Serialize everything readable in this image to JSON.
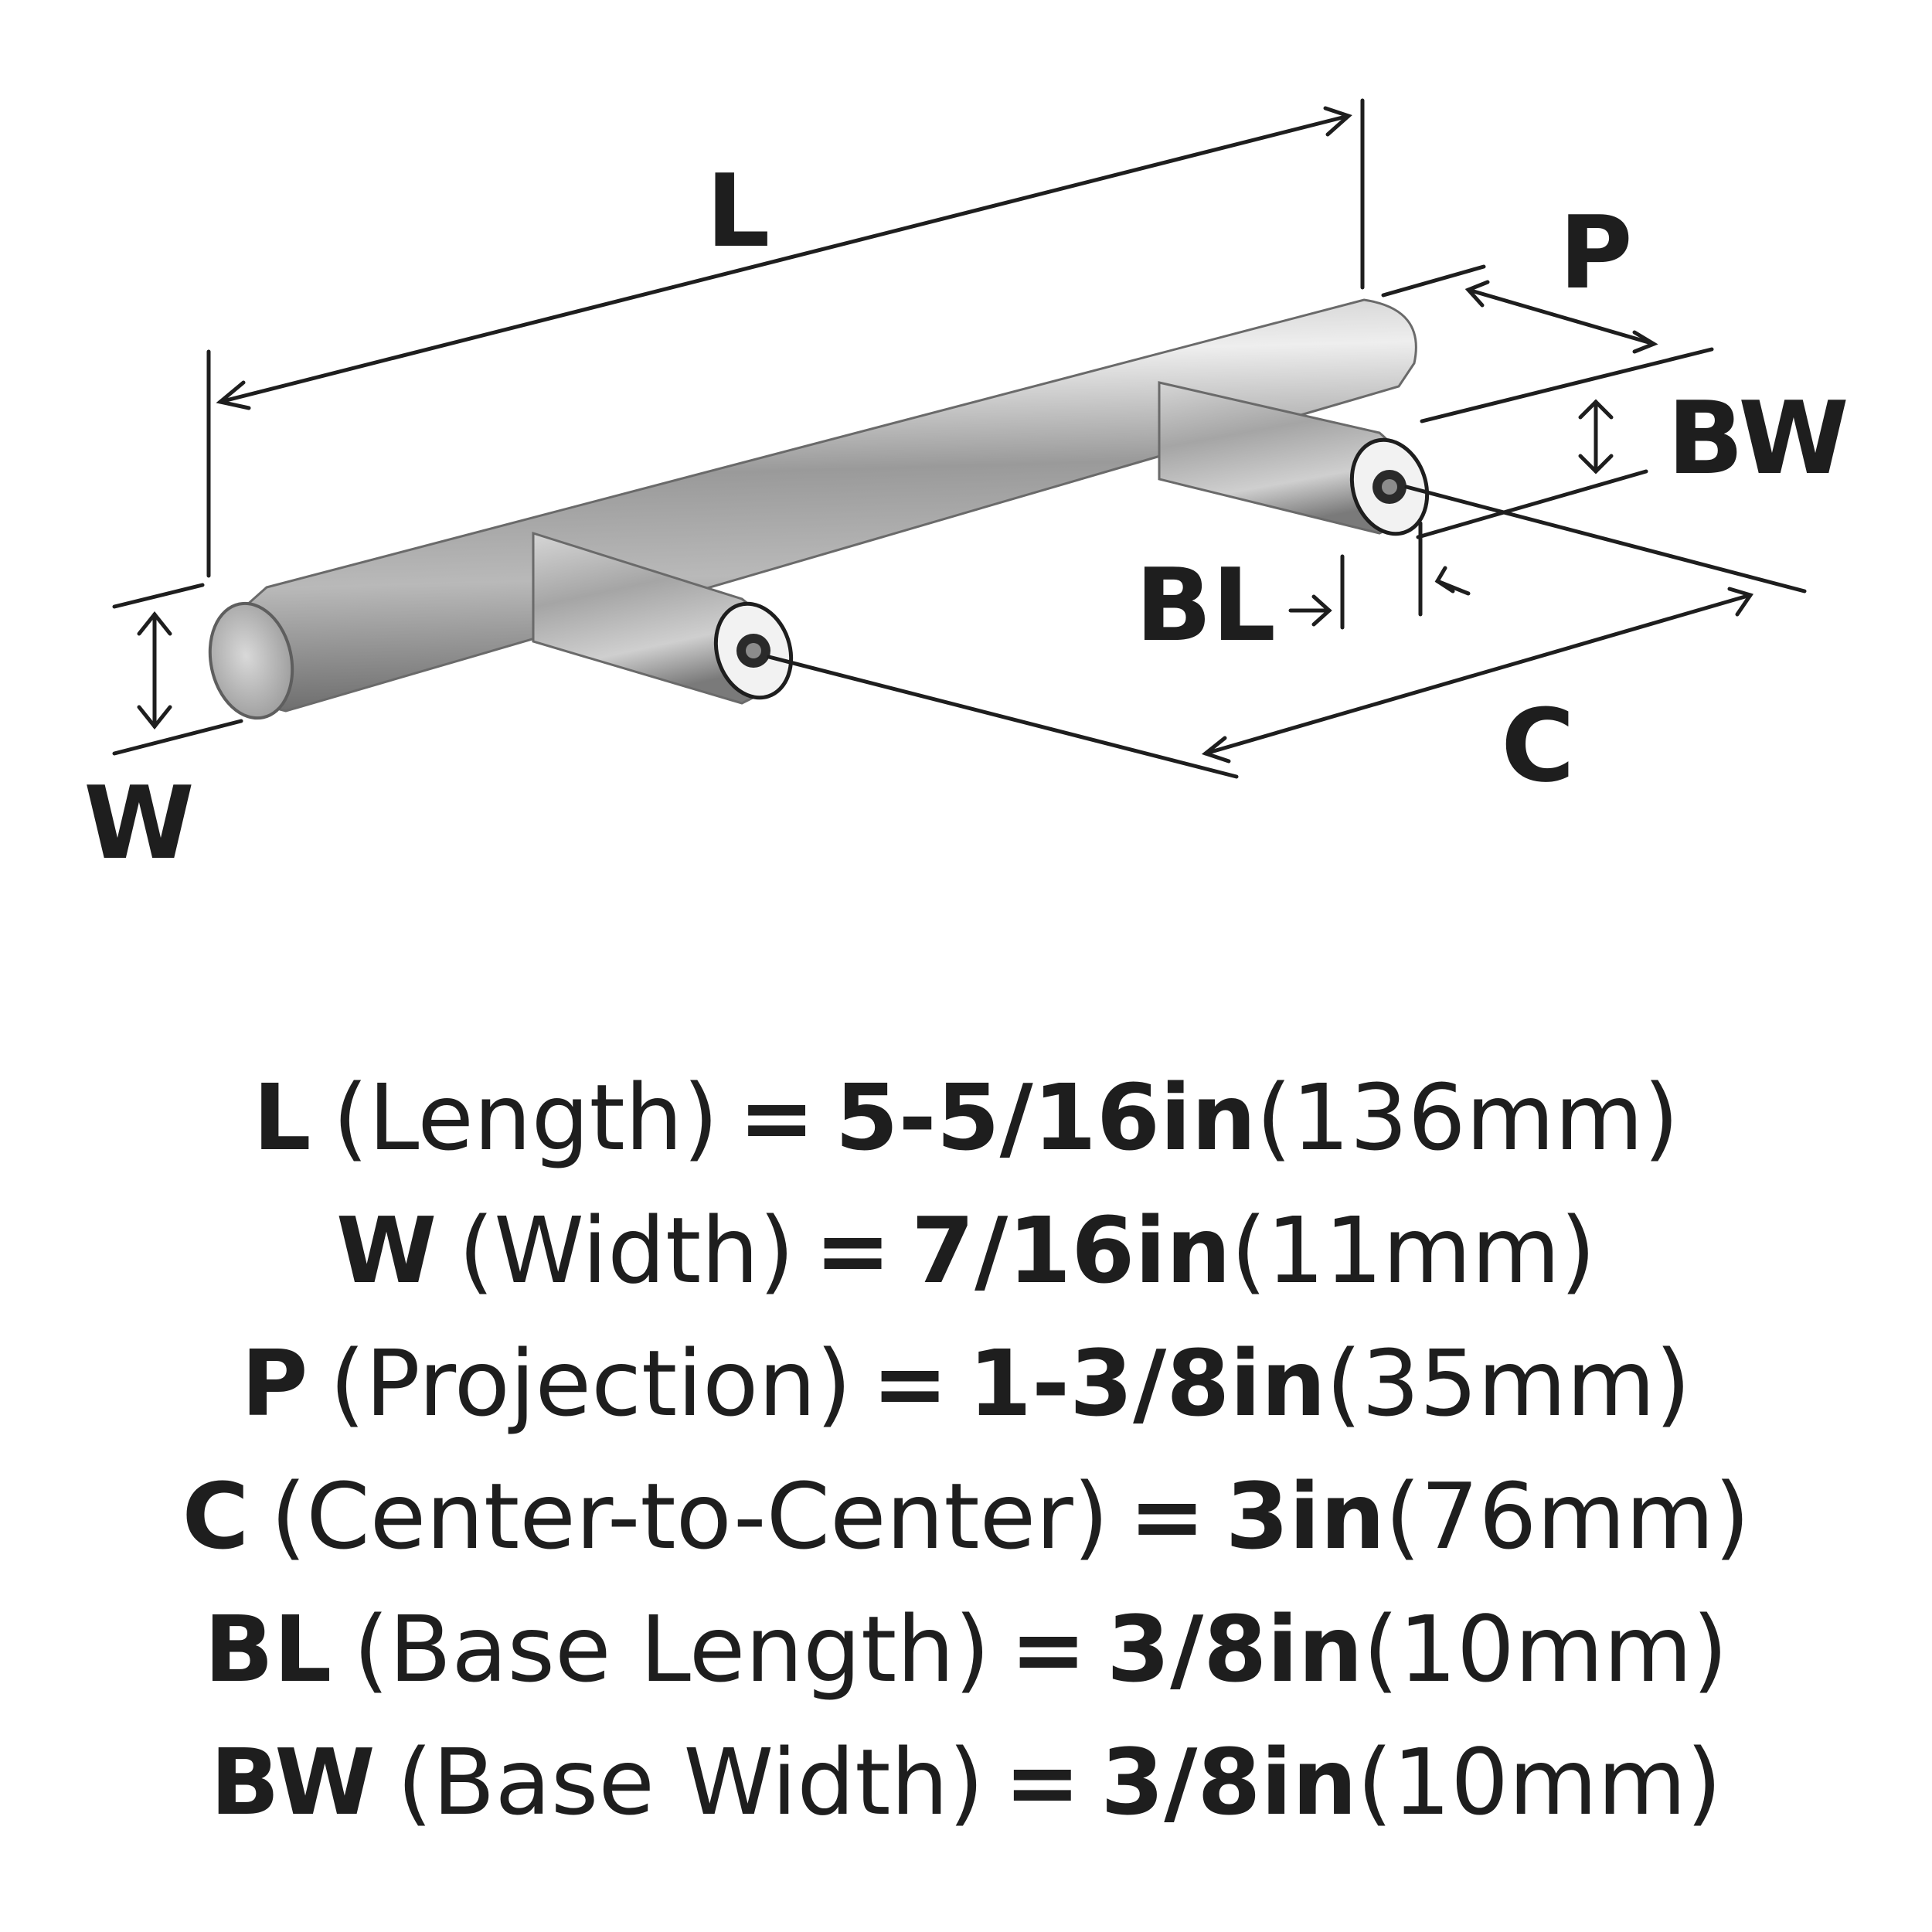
{
  "diagram": {
    "labels": {
      "L": "L",
      "P": "P",
      "BW": "BW",
      "BL": "BL",
      "C": "C",
      "W": "W"
    }
  },
  "specs": [
    {
      "symbol": "L",
      "name": "(Length)",
      "eq": "=",
      "inch": "5-5/16in",
      "mm": "(136mm)"
    },
    {
      "symbol": "W",
      "name": "(Width)",
      "eq": "=",
      "inch": "7/16in",
      "mm": "(11mm)"
    },
    {
      "symbol": "P",
      "name": "(Projection)",
      "eq": "=",
      "inch": "1-3/8in",
      "mm": "(35mm)"
    },
    {
      "symbol": "C",
      "name": "(Center-to-Center)",
      "eq": "=",
      "inch": "3in",
      "mm": "(76mm)"
    },
    {
      "symbol": "BL",
      "name": "(Base Length)",
      "eq": "=",
      "inch": "3/8in",
      "mm": "(10mm)"
    },
    {
      "symbol": "BW",
      "name": "(Base Width)",
      "eq": "=",
      "inch": "3/8in",
      "mm": "(10mm)"
    }
  ]
}
